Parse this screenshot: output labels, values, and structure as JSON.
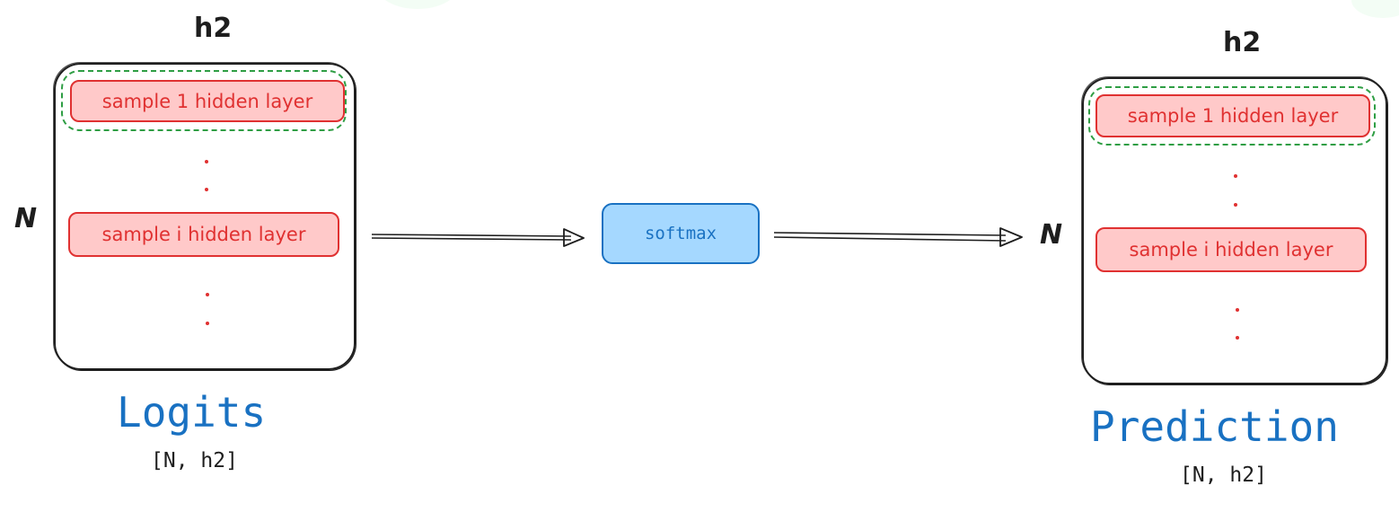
{
  "colors": {
    "row_fill": "#ffc9c9",
    "row_stroke": "#e03131",
    "dashed_group": "#2f9e44",
    "title": "#1971c2",
    "softmax_fill": "#a5d8ff",
    "ink": "#1e1e1e"
  },
  "left_matrix": {
    "dim_top": "h2",
    "dim_side": "N",
    "rows": [
      "sample 1 hidden layer",
      "sample i hidden layer"
    ],
    "title": "Logits",
    "shape": "[N, h2]"
  },
  "operation": {
    "label": "softmax"
  },
  "right_matrix": {
    "dim_top": "h2",
    "dim_side": "N",
    "rows": [
      "sample 1 hidden layer",
      "sample i hidden layer"
    ],
    "title": "Prediction",
    "shape": "[N, h2]"
  }
}
